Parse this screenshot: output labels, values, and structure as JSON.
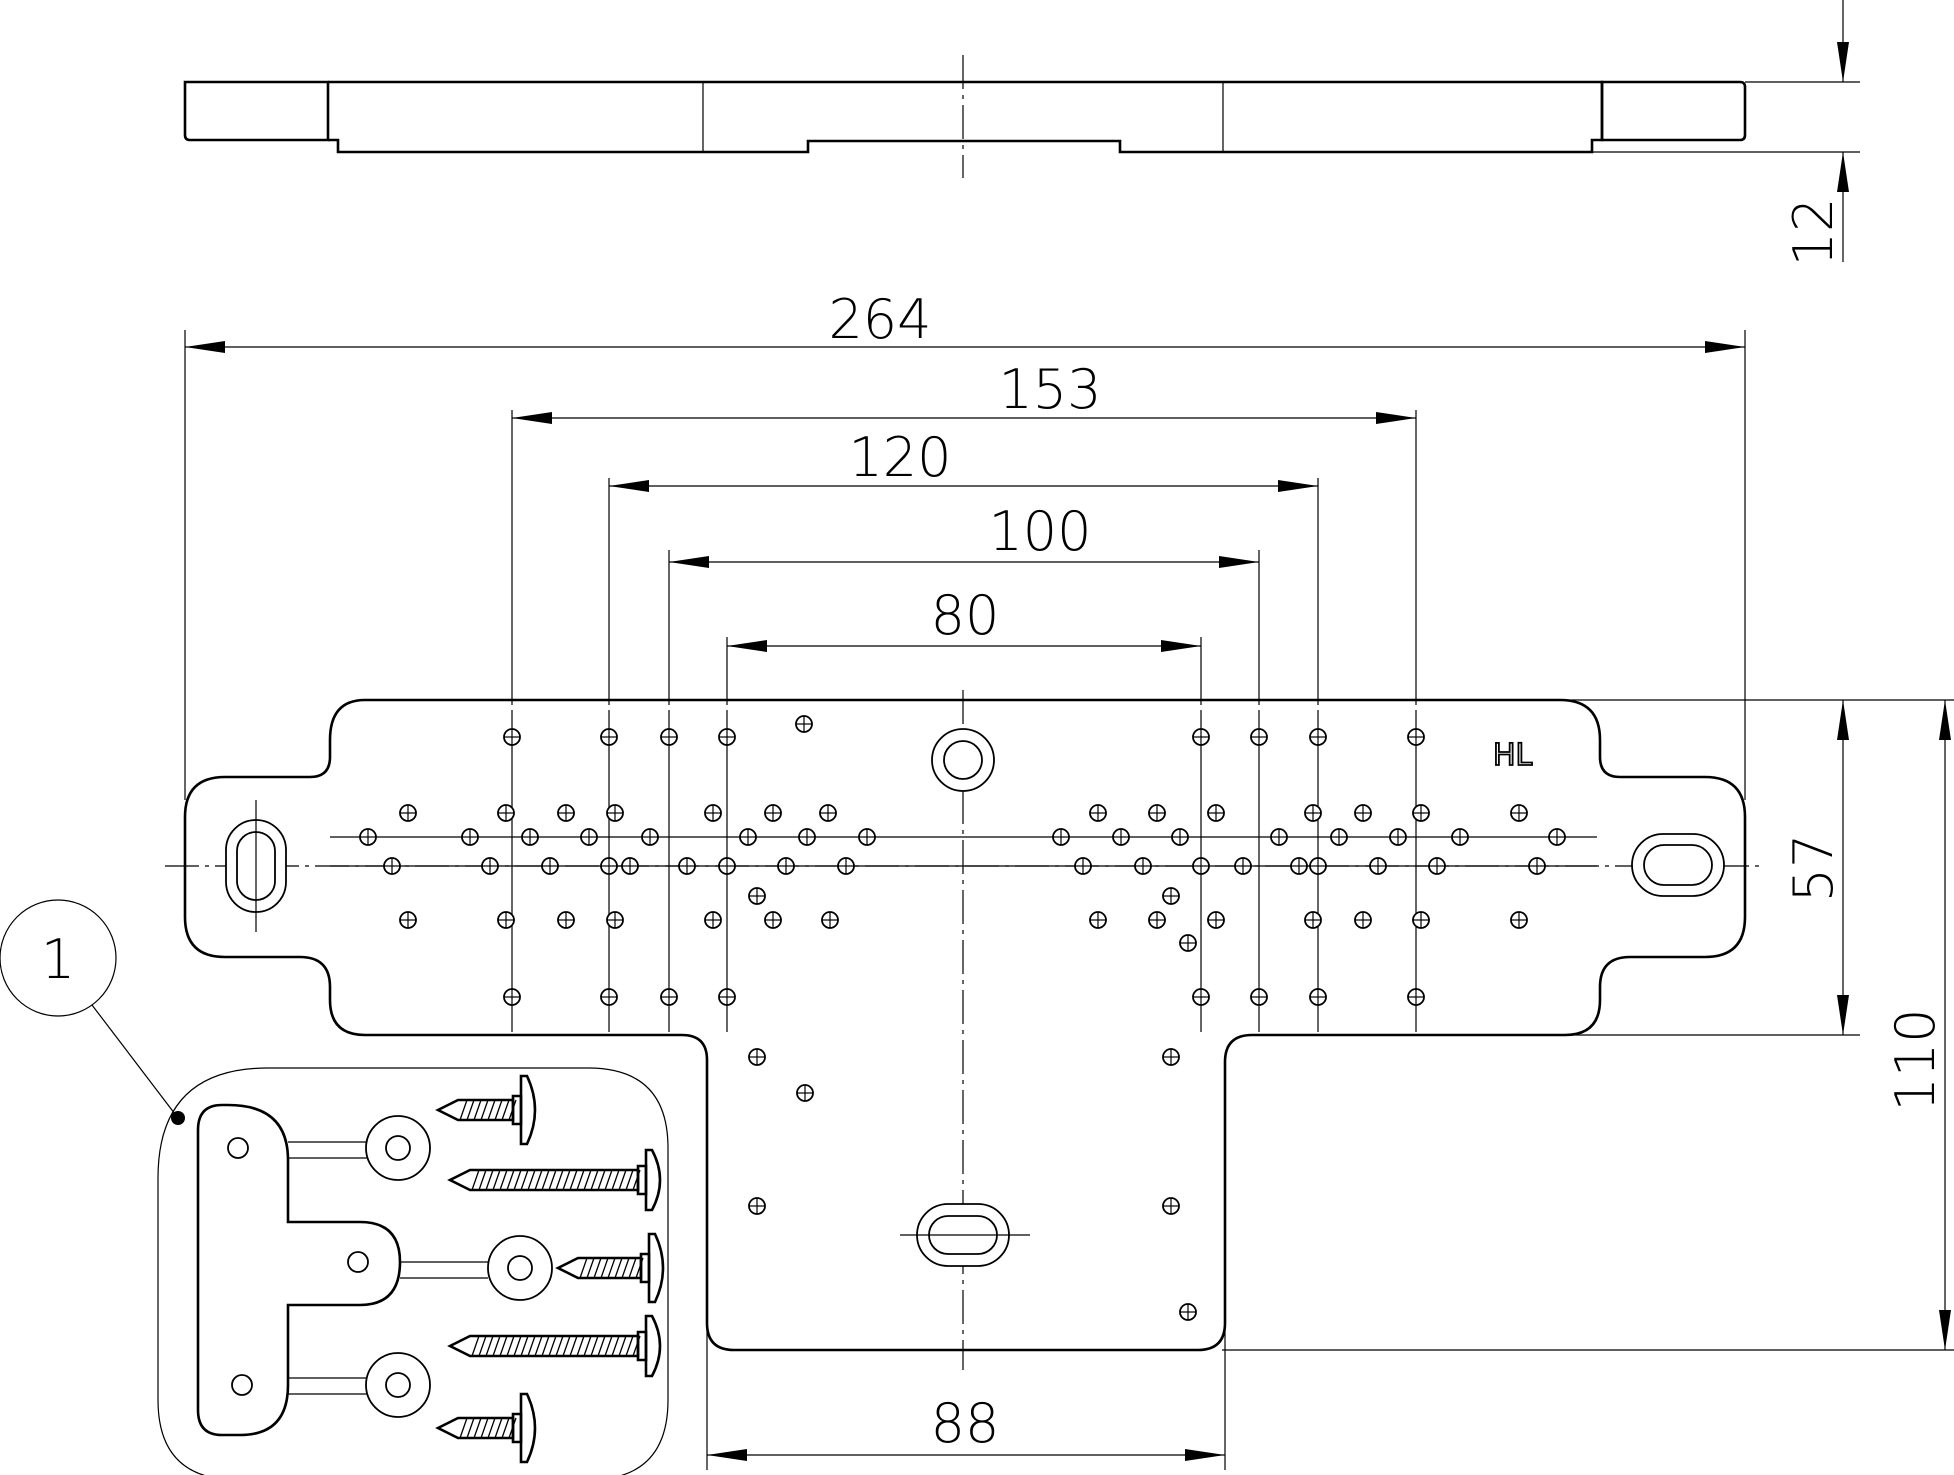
{
  "dimensions": {
    "overall_length": "264",
    "span_153": "153",
    "span_120": "120",
    "span_100": "100",
    "span_80": "80",
    "bottom_width": "88",
    "thickness": "12",
    "plate_height": "57",
    "total_height": "110"
  },
  "plate_marking": "HL",
  "callout": {
    "number": "1"
  },
  "colors": {
    "line": "#000000",
    "background": "#ffffff"
  }
}
